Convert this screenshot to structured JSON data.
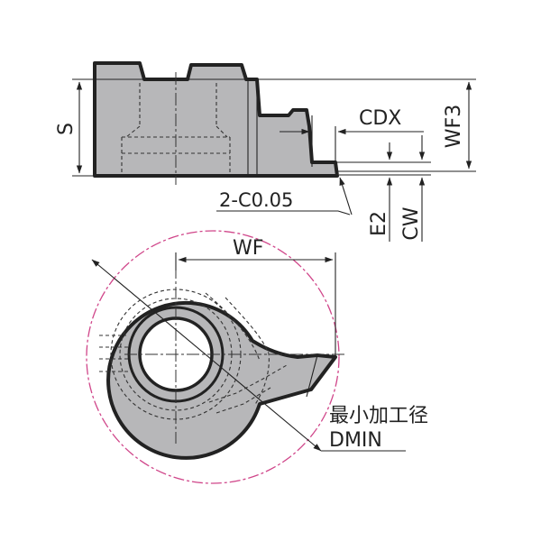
{
  "labels": {
    "s": "S",
    "cdx": "CDX",
    "wf3": "WF3",
    "chamfer": "2-C0.05",
    "e2": "E2",
    "cw": "CW",
    "wf": "WF",
    "min_dia_jp": "最小加工径",
    "dmin": "DMIN"
  },
  "colors": {
    "part_fill": "#b7b7b9",
    "outline": "#222222",
    "circle_accent": "#d0468a"
  }
}
